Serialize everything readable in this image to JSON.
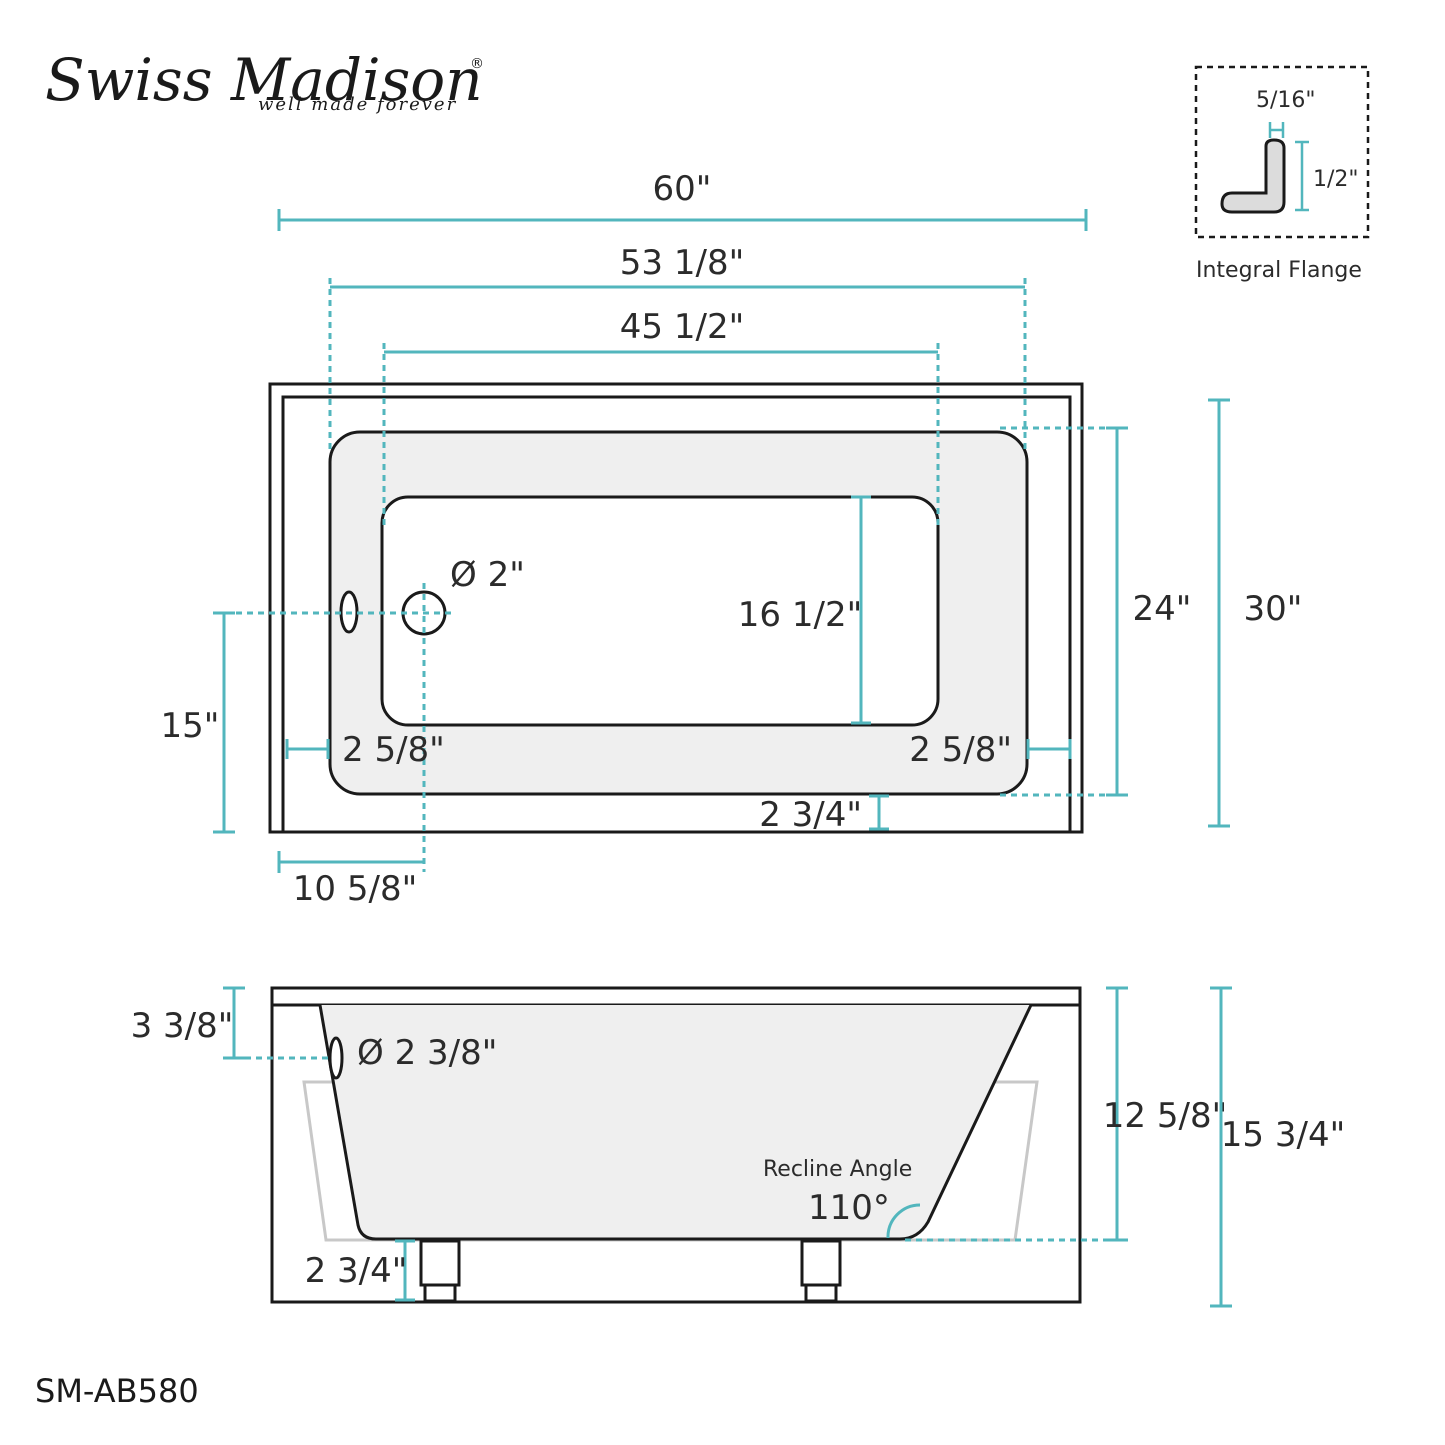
{
  "brand": {
    "name": "Swiss Madison",
    "registered": "®",
    "tagline": "well made forever"
  },
  "flange_detail": {
    "title": "Integral Flange",
    "thickness": "5/16\"",
    "height": "1/2\""
  },
  "top_view": {
    "overall_length": "60\"",
    "rim_length": "53 1/8\"",
    "floor_length": "45 1/2\"",
    "overall_width": "30\"",
    "rim_width": "24\"",
    "floor_width": "16 1/2\"",
    "drain_diameter": "Ø 2\"",
    "drain_from_wall": "10 5/8\"",
    "drain_from_front": "15\"",
    "left_deck": "2 5/8\"",
    "right_deck": "2 5/8\"",
    "front_deck": "2 3/4\""
  },
  "side_view": {
    "overflow_from_top": "3 3/8\"",
    "overflow_diameter": "Ø 2 3/8\"",
    "interior_depth": "12 5/8\"",
    "overall_height": "15 3/4\"",
    "leg_height": "2 3/4\"",
    "recline_label": "Recline Angle",
    "recline_angle": "110°"
  },
  "model": "SM-AB580",
  "colors": {
    "dimension": "#52b6bd",
    "outline": "#1a1a1a",
    "basin_fill": "#efefef",
    "floor_fill": "#ffffff",
    "ghost_outline": "#c8c8c8"
  }
}
